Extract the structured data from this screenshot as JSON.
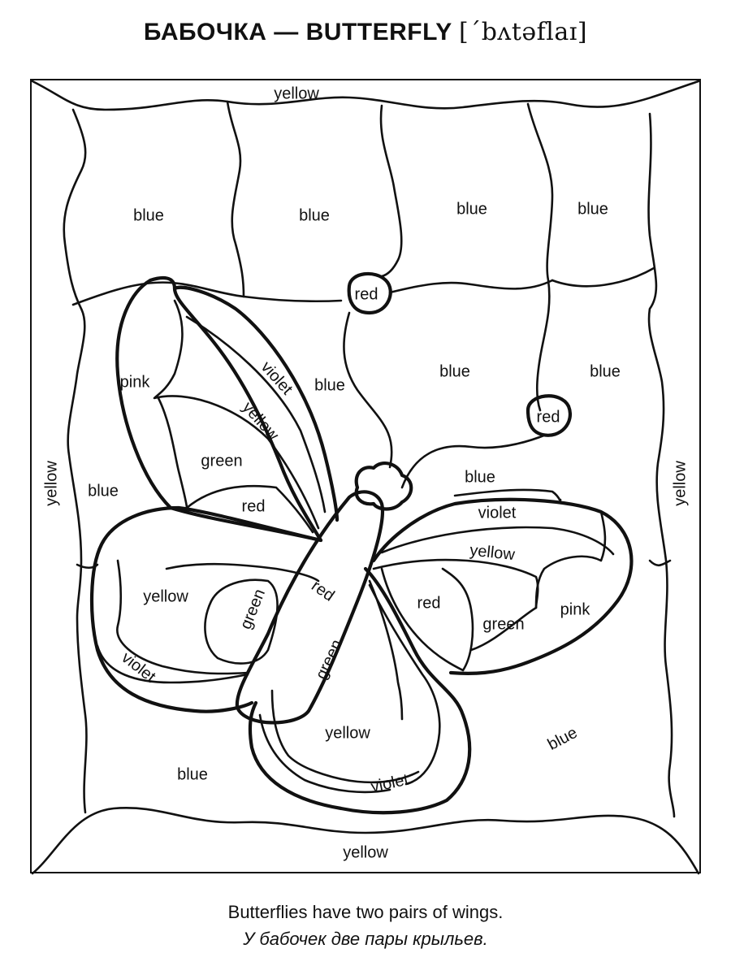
{
  "title": {
    "ru": "БАБОЧКА",
    "dash": "—",
    "en": "BUTTERFLY",
    "transcription": "[ˊbʌtəflaɪ]"
  },
  "labels": {
    "top_yellow": "yellow",
    "bg_blue_1": "blue",
    "bg_blue_2": "blue",
    "bg_blue_3": "blue",
    "bg_blue_4": "blue",
    "bg_red_1": "red",
    "bg_blue_5": "blue",
    "bg_blue_6": "blue",
    "bg_red_2": "red",
    "bg_blue_7": "blue",
    "bg_blue_8": "blue",
    "left_yellow": "yellow",
    "right_yellow": "yellow",
    "bg_blue_9": "blue",
    "bg_blue_10": "blue",
    "bottom_yellow": "yellow",
    "ulw_pink": "pink",
    "ulw_violet": "violet",
    "ulw_yellow": "yellow",
    "ulw_green": "green",
    "ulw_red": "red",
    "llw_yellow": "yellow",
    "llw_green": "green",
    "llw_violet": "violet",
    "body_red": "red",
    "body_green": "green",
    "urw_violet": "violet",
    "urw_yellow": "yellow",
    "urw_red": "red",
    "urw_green": "green",
    "urw_pink": "pink",
    "lrw_yellow": "yellow",
    "lrw_violet": "violet"
  },
  "captions": {
    "en": "Butterflies have two pairs of wings.",
    "ru": "У бабочек две пары крыльев."
  }
}
